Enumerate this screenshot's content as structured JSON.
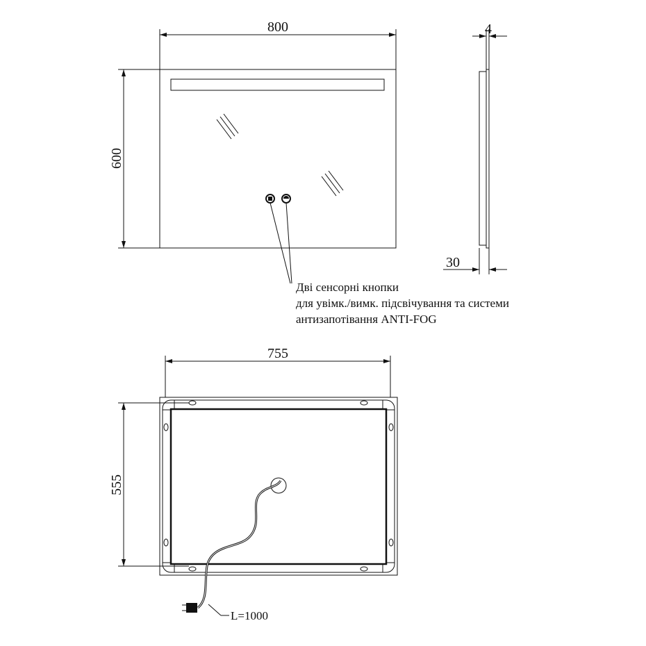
{
  "front_view": {
    "width_label": "800",
    "height_label": "600"
  },
  "side_view": {
    "thickness_top_label": "4",
    "thickness_bottom_label": "30"
  },
  "note": {
    "line1": "Дві сенсорні кнопки",
    "line2": "для увімк./вимк. підсвічування та системи",
    "line3": "антизапотівання ANTI-FOG"
  },
  "back_view": {
    "width_label": "755",
    "height_label": "555",
    "cable_label": "L=1000"
  },
  "icons": [
    "light-touch-button-icon",
    "anti-fog-touch-button-icon",
    "plug-icon",
    "mounting-hook-icon"
  ]
}
